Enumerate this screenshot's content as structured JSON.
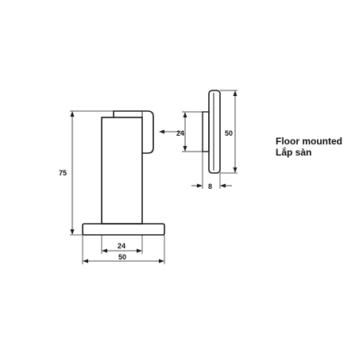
{
  "diagram": {
    "caption": {
      "line1": "Floor mounted",
      "line2": "Lắp sàn"
    },
    "dimensions": {
      "height": "75",
      "base_width": "50",
      "post_width": "24",
      "pad_height": "24",
      "plate_height": "50",
      "plate_thickness": "8"
    }
  }
}
